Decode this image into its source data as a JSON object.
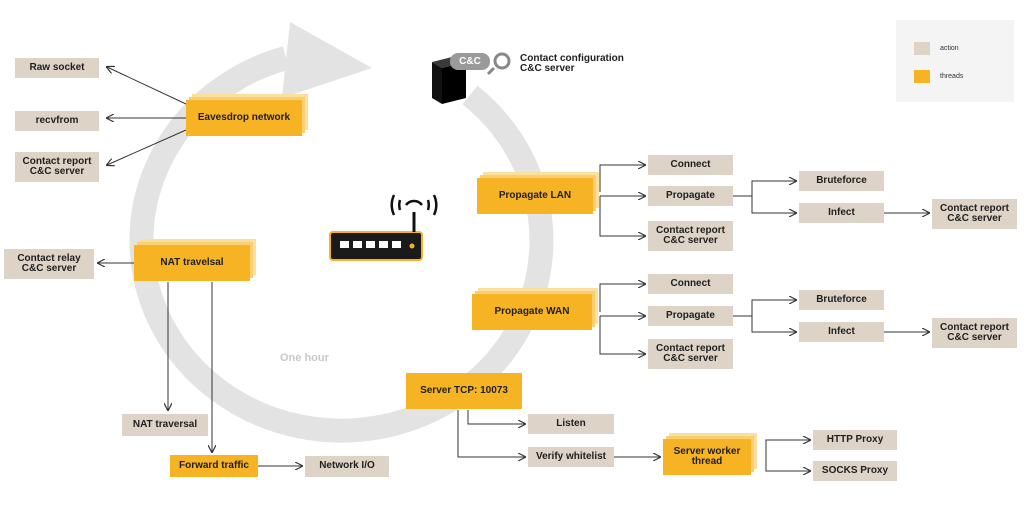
{
  "legend": {
    "action": {
      "label": "action",
      "color": "#ddd3c6"
    },
    "threads": {
      "label": "threads",
      "color": "#f6b324"
    }
  },
  "cc_server": {
    "badge": "C&C",
    "line1": "Contact configuration",
    "line2": "C&C server"
  },
  "cycle_label": "One hour",
  "nodes": {
    "raw_socket": "Raw socket",
    "recvfrom": "recvfrom",
    "contact_report_left": "Contact report\nC&C server",
    "eavesdrop": "Eavesdrop network",
    "contact_relay": "Contact relay\nC&C server",
    "nat_travelsal": "NAT travelsal",
    "nat_traversal": "NAT traversal",
    "forward_traffic": "Forward traffic",
    "network_io": "Network I/O",
    "propagate_lan": "Propagate LAN",
    "lan_connect": "Connect",
    "lan_propagate": "Propagate",
    "lan_contact_report": "Contact report\nC&C server",
    "lan_bruteforce": "Bruteforce",
    "lan_infect": "Infect",
    "lan_infect_report": "Contact report\nC&C server",
    "propagate_wan": "Propagate WAN",
    "wan_connect": "Connect",
    "wan_propagate": "Propagate",
    "wan_contact_report": "Contact report\nC&C server",
    "wan_bruteforce": "Bruteforce",
    "wan_infect": "Infect",
    "wan_infect_report": "Contact report\nC&C server",
    "server_tcp": "Server TCP: 10073",
    "listen": "Listen",
    "verify_whitelist": "Verify whitelist",
    "server_worker": "Server worker\nthread",
    "http_proxy": "HTTP Proxy",
    "socks_proxy": "SOCKS Proxy"
  }
}
